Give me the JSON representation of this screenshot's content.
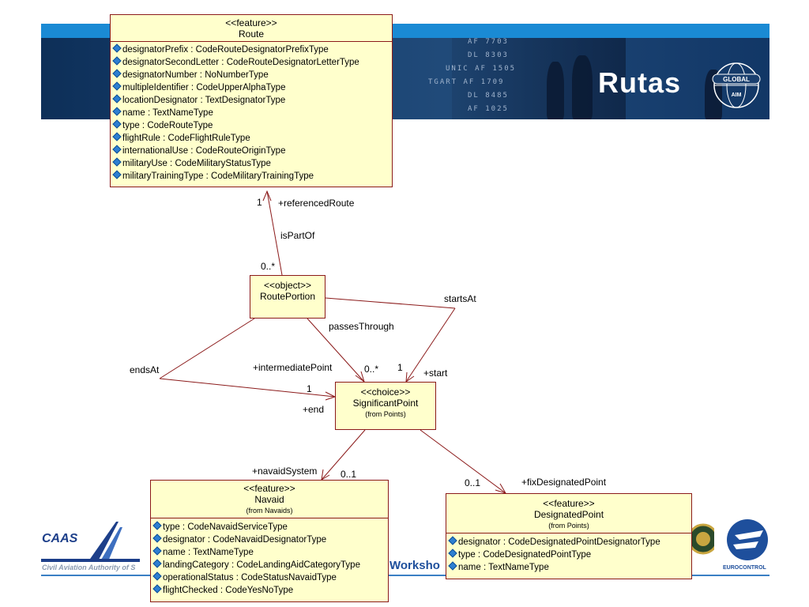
{
  "banner": {
    "title": "Rutas",
    "globe_top": "GLOBAL",
    "globe_bottom": "AIM",
    "board": [
      "AF 7703",
      "DL 8303",
      "AF 1505",
      "AF 1709",
      "DL 8485",
      "AF 1025"
    ],
    "board_prefix": [
      "",
      "",
      "UNIC",
      "TGART",
      "",
      ""
    ]
  },
  "footer": {
    "caas": "CAAS",
    "caas_sub": "Civil Aviation Authority of S",
    "workshop": "Worksho",
    "eurocontrol": "EUROCONTROL"
  },
  "classes": {
    "route": {
      "stereotype": "<<feature>>",
      "name": "Route",
      "attrs": [
        "designatorPrefix : CodeRouteDesignatorPrefixType",
        "designatorSecondLetter : CodeRouteDesignatorLetterType",
        "designatorNumber : NoNumberType",
        "multipleIdentifier : CodeUpperAlphaType",
        "locationDesignator : TextDesignatorType",
        "name : TextNameType",
        "type : CodeRouteType",
        "flightRule : CodeFlightRuleType",
        "internationalUse : CodeRouteOriginType",
        "militaryUse : CodeMilitaryStatusType",
        "militaryTrainingType : CodeMilitaryTrainingType"
      ]
    },
    "route_portion": {
      "stereotype": "<<object>>",
      "name": "RoutePortion"
    },
    "significant_point": {
      "stereotype": "<<choice>>",
      "name": "SignificantPoint",
      "from": "(from Points)"
    },
    "navaid": {
      "stereotype": "<<feature>>",
      "name": "Navaid",
      "from": "(from Navaids)",
      "attrs": [
        "type : CodeNavaidServiceType",
        "designator : CodeNavaidDesignatorType",
        "name : TextNameType",
        "landingCategory : CodeLandingAidCategoryType",
        "operationalStatus : CodeStatusNavaidType",
        "flightChecked : CodeYesNoType"
      ]
    },
    "designated_point": {
      "stereotype": "<<feature>>",
      "name": "DesignatedPoint",
      "from": "(from Points)",
      "attrs": [
        "designator : CodeDesignatedPointDesignatorType",
        "type : CodeDesignatedPointType",
        "name : TextNameType"
      ]
    }
  },
  "labels": {
    "one_ref": "1",
    "referenced_route": "+referencedRoute",
    "is_part_of": "isPartOf",
    "zero_many_top": "0..*",
    "starts_at": "startsAt",
    "passes_through": "passesThrough",
    "ends_at": "endsAt",
    "intermediate_point": "+intermediatePoint",
    "zero_many_mid": "0..*",
    "one_start": "1",
    "start": "+start",
    "one_end": "1",
    "end": "+end",
    "navaid_system": "+navaidSystem",
    "zero_one_nav": "0..1",
    "zero_one_fix": "0..1",
    "fix_designated_point": "+fixDesignatedPoint"
  },
  "colors": {
    "class_fill": "#ffffcc",
    "class_border": "#8b1a1a",
    "edge": "#8b1a1a",
    "banner": "#183f6f",
    "accent": "#1a8ad4"
  }
}
